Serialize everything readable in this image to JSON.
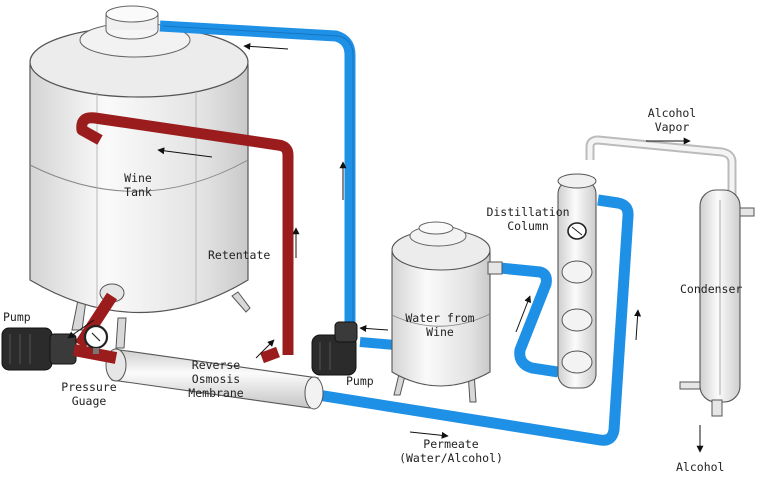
{
  "labels": {
    "wine_tank": [
      "Wine",
      "Tank"
    ],
    "retentate": "Retentate",
    "pump_left": "Pump",
    "pressure_gauge": [
      "Pressure",
      "Guage"
    ],
    "ro_membrane": [
      "Reverse",
      "Osmosis",
      "Membrane"
    ],
    "pump_middle": "Pump",
    "water_from_wine": [
      "Water from",
      "Wine"
    ],
    "distillation_column": [
      "Distillation",
      "Column"
    ],
    "alcohol_vapor": [
      "Alcohol",
      "Vapor"
    ],
    "condenser": "Condenser",
    "permeate": [
      "Permeate",
      "(Water/Alcohol)"
    ],
    "alcohol": "Alcohol"
  },
  "colors": {
    "blue_pipe": "#1e90e6",
    "red_pipe": "#9b1c1c",
    "steel": "#e8e8e8",
    "outline": "#555555",
    "motor": "#2b2b2b"
  }
}
